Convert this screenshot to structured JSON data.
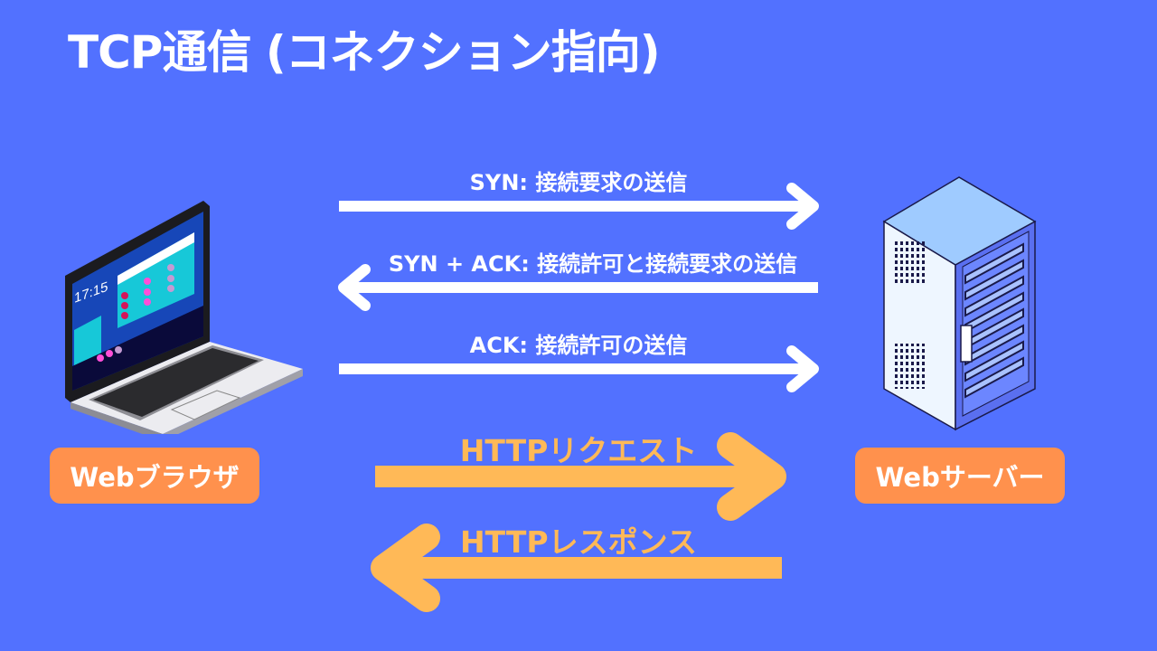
{
  "title": "TCP通信 (コネクション指向)",
  "handshake": [
    {
      "label": "SYN: 接続要求の送信",
      "direction": "right"
    },
    {
      "label": "SYN + ACK: 接続許可と接続要求の送信",
      "direction": "left"
    },
    {
      "label": "ACK: 接続許可の送信",
      "direction": "right"
    }
  ],
  "http": [
    {
      "label": "HTTPリクエスト",
      "direction": "right"
    },
    {
      "label": "HTTPレスポンス",
      "direction": "left"
    }
  ],
  "client": {
    "label": "Webブラウザ",
    "icon": "laptop-icon",
    "clock": "17:15"
  },
  "server": {
    "label": "Webサーバー",
    "icon": "server-rack-icon"
  },
  "colors": {
    "background": "#5271FF",
    "http_arrow": "#FFB957",
    "label_box": "#FF914D",
    "handshake_arrow": "#FFFFFF"
  }
}
